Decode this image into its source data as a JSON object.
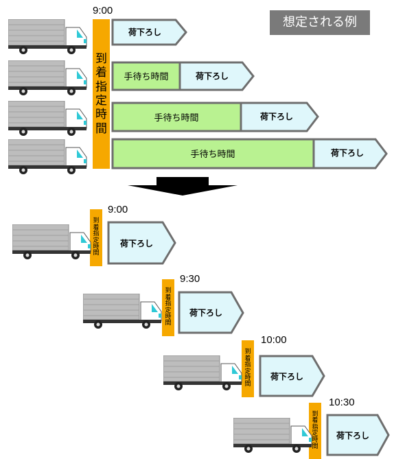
{
  "badge": "想定される例",
  "arrival_label": "到着指定時間",
  "unload": "荷下ろし",
  "wait": "手待ち時間",
  "top_time": "9:00",
  "bottom_times": [
    "9:00",
    "9:30",
    "10:00",
    "10:30"
  ],
  "colors": {
    "orange": "#f6a800",
    "unload_fill": "#dff7fb",
    "wait_fill": "#b9f291",
    "outline": "#6e6e6e",
    "truck_body": "#bdbdbd",
    "cab": "#ffffff"
  }
}
